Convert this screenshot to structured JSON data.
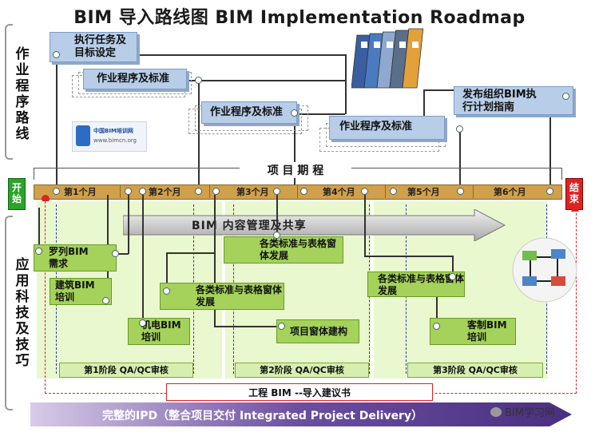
{
  "title": "BIM 导入路线图 BIM Implementation Roadmap",
  "section_top_label": "作业程序路线",
  "section_bottom_label": "应用科技及技巧",
  "top_boxes": {
    "exec_tasks": "执行任务及目标设定",
    "proc1": "作业程序及标准",
    "proc2": "作业程序及标准",
    "proc3": "作业程序及标准",
    "publish": "发布组织BIM执行计划指南"
  },
  "logo": {
    "name": "中国BIM培训网",
    "url": "www.bimcn.org"
  },
  "timeline": {
    "header": "项 目 期 程",
    "start": "开始",
    "end": "结束",
    "months": [
      "第1个月",
      "第2个月",
      "第3个月",
      "第4个月",
      "第5个月",
      "第6个月"
    ]
  },
  "arrow_label": "BIM 内容管理及共享",
  "green_boxes": {
    "list_req": "罗列BIM需求",
    "arch_train": "建筑BIM培训",
    "mep_train": "机电BIM培训",
    "std_dev1": "各类标准与表格窗体发展",
    "std_dev2": "各类标准与表格窗体发展",
    "std_dev3": "各类标准与表格窗体发展",
    "project_form": "项目窗体建构",
    "custom_train": "客制BIM培训"
  },
  "phases": [
    "第1阶段 QA/QC审核",
    "第2阶段 QA/QC审核",
    "第3阶段 QA/QC审核"
  ],
  "recommendation": "工程 BIM --导入建议书",
  "bottom_arrow": "完整的IPD（整合项目交付 Integrated Project Delivery）",
  "watermark": "BIM学习网",
  "colors": {
    "blue_box": "#b8cde8",
    "green_box": "#a4d25a",
    "timeline": "#d0a04a",
    "purple_arrow": "#5b3f8f",
    "red": "#d22222"
  }
}
